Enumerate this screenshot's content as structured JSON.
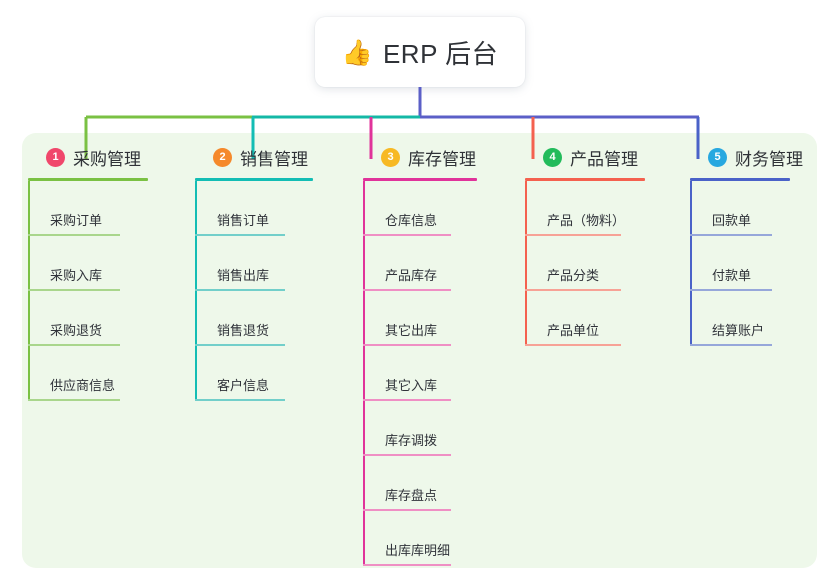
{
  "root": {
    "icon": "thumbs-up-icon",
    "emoji": "👍",
    "title": "ERP 后台"
  },
  "colors": {
    "panel_background": "#eef8ea",
    "page_background": "#ffffff",
    "root_stem": "#5b5fc7",
    "bus_segment_1": "#7ac143",
    "bus_segment_2": "#14b8a6",
    "bus_segment_3": "#5b5fc7",
    "text_dark": "#2f3237"
  },
  "columns": [
    {
      "index": "1",
      "title": "采购管理",
      "badge_color": "#f0476b",
      "rule_color": "#7ac143",
      "stem_color": "#7ac143",
      "leaf_rule_color": "#a9d68c",
      "leaves": [
        "采购订单",
        "采购入库",
        "采购退货",
        "供应商信息"
      ]
    },
    {
      "index": "2",
      "title": "销售管理",
      "badge_color": "#f5892b",
      "rule_color": "#13bdb4",
      "stem_color": "#13bdb4",
      "leaf_rule_color": "#72cfca",
      "leaves": [
        "销售订单",
        "销售出库",
        "销售退货",
        "客户信息"
      ]
    },
    {
      "index": "3",
      "title": "库存管理",
      "badge_color": "#f7b924",
      "rule_color": "#e0339a",
      "stem_color": "#e0339a",
      "leaf_rule_color": "#ef8fc4",
      "leaves": [
        "仓库信息",
        "产品库存",
        "其它出库",
        "其它入库",
        "库存调拨",
        "库存盘点",
        "出库库明细"
      ]
    },
    {
      "index": "4",
      "title": "产品管理",
      "badge_color": "#22bb5b",
      "rule_color": "#f4614f",
      "stem_color": "#f4614f",
      "leaf_rule_color": "#f7a296",
      "leaves": [
        "产品（物料）",
        "产品分类",
        "产品单位"
      ]
    },
    {
      "index": "5",
      "title": "财务管理",
      "badge_color": "#27a8e0",
      "rule_color": "#4a62c8",
      "stem_color": "#4a62c8",
      "leaf_rule_color": "#96a7da",
      "leaves": [
        "回款单",
        "付款单",
        "结算账户"
      ]
    }
  ]
}
